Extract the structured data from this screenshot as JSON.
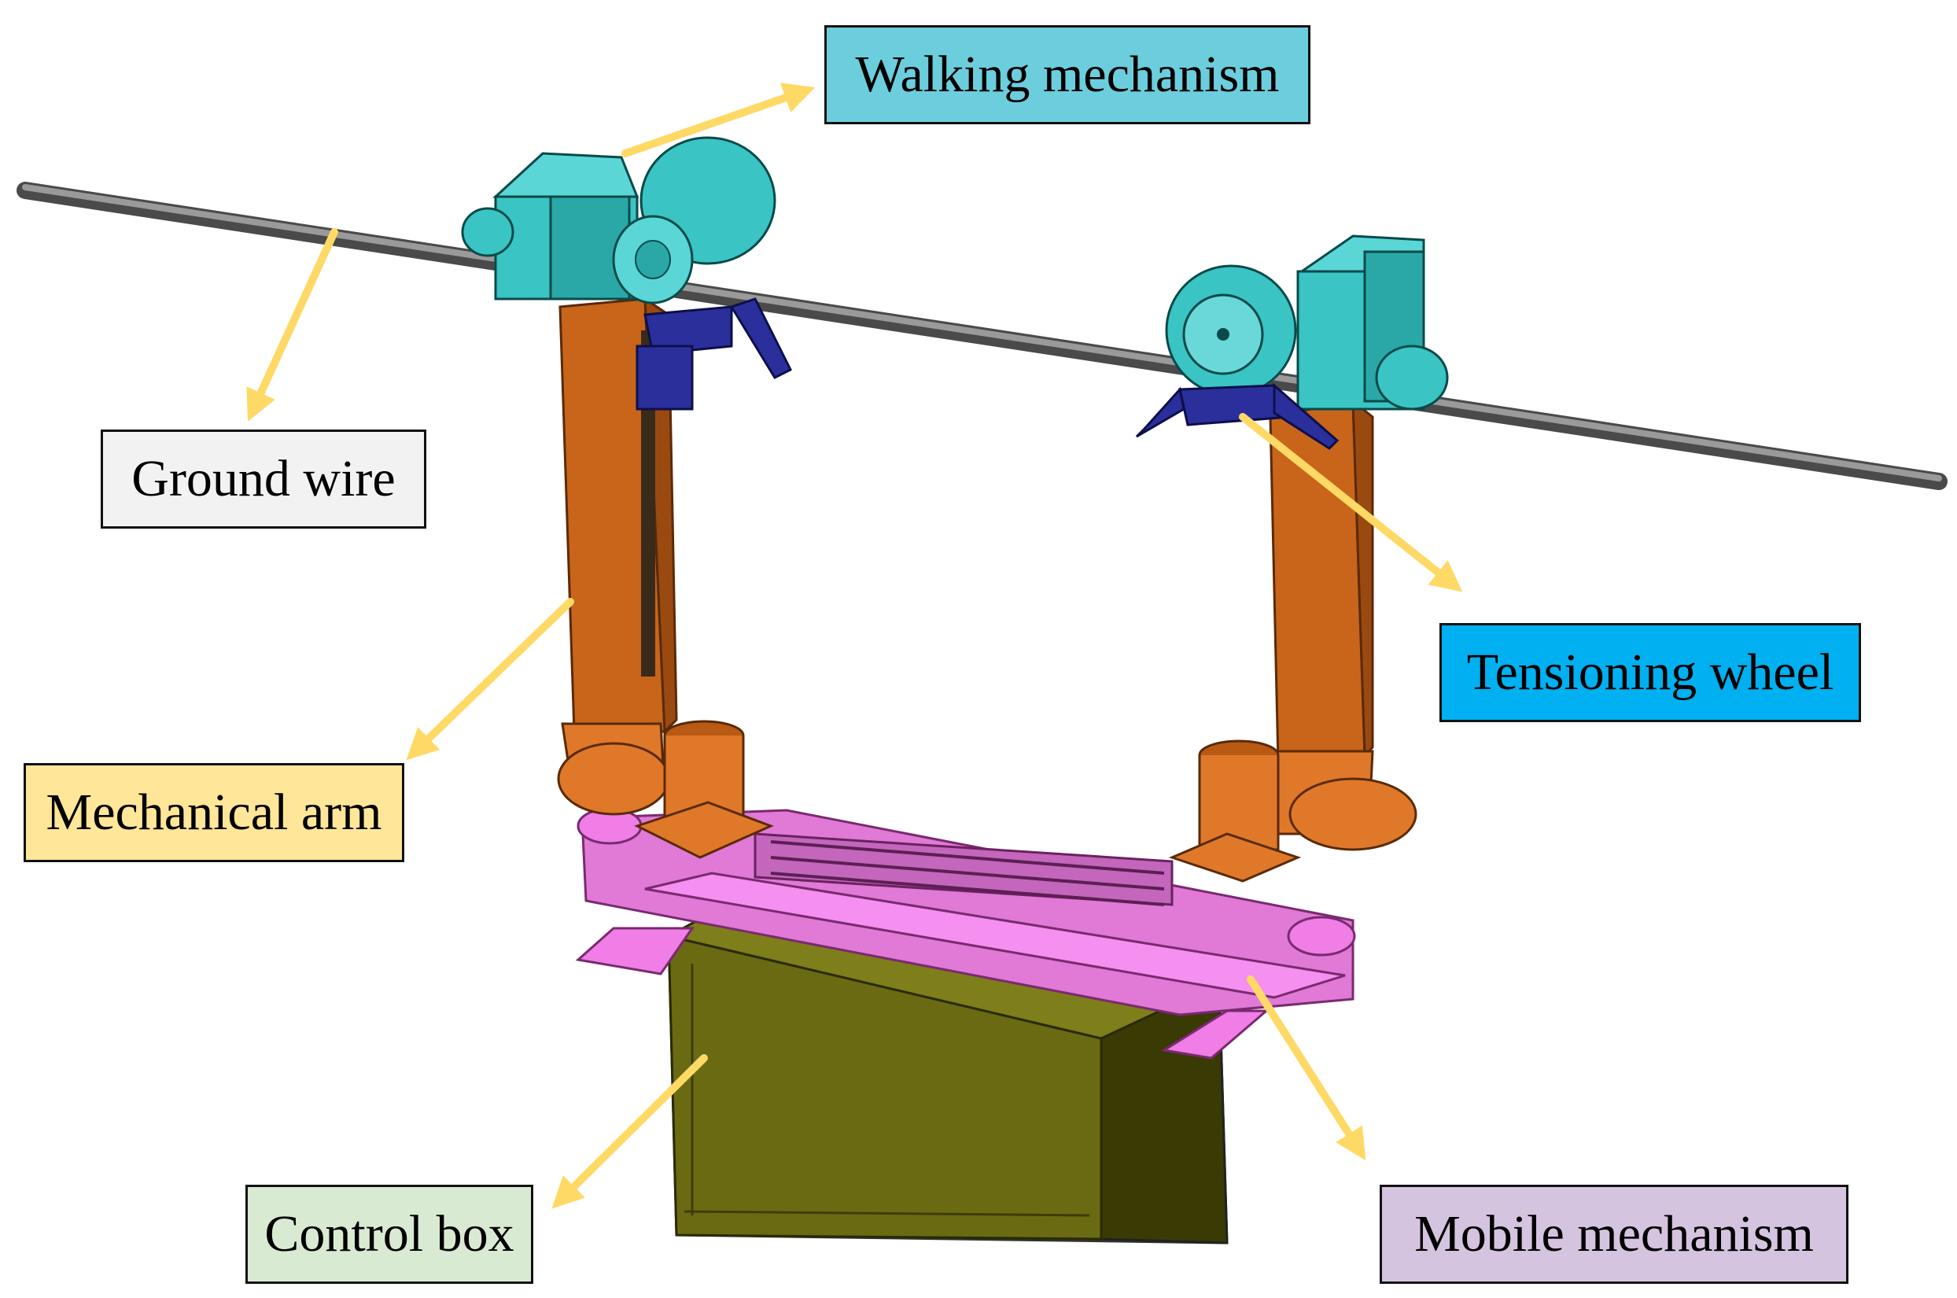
{
  "labels": {
    "walking": {
      "text": "Walking mechanism",
      "color": "#6ccedd"
    },
    "ground": {
      "text": "Ground wire",
      "color": "#f2f2f2"
    },
    "tension": {
      "text": "Tensioning wheel",
      "color": "#00b0f0"
    },
    "arm": {
      "text": "Mechanical arm",
      "color": "#ffe699"
    },
    "control": {
      "text": "Control box",
      "color": "#d9ead3"
    },
    "mobile": {
      "text": "Mobile mechanism",
      "color": "#d5c4df"
    }
  },
  "colors": {
    "arrow": "#ffd966",
    "wire": "#7a7a7a",
    "walking_unit": "#3bc4c4",
    "arm": "#c8651a",
    "joint": "#e0782a",
    "clamp": "#2a2f9c",
    "mobile_frame": "#f07ee6",
    "box_front": "#6b6b10",
    "box_side": "#3a3a05"
  }
}
